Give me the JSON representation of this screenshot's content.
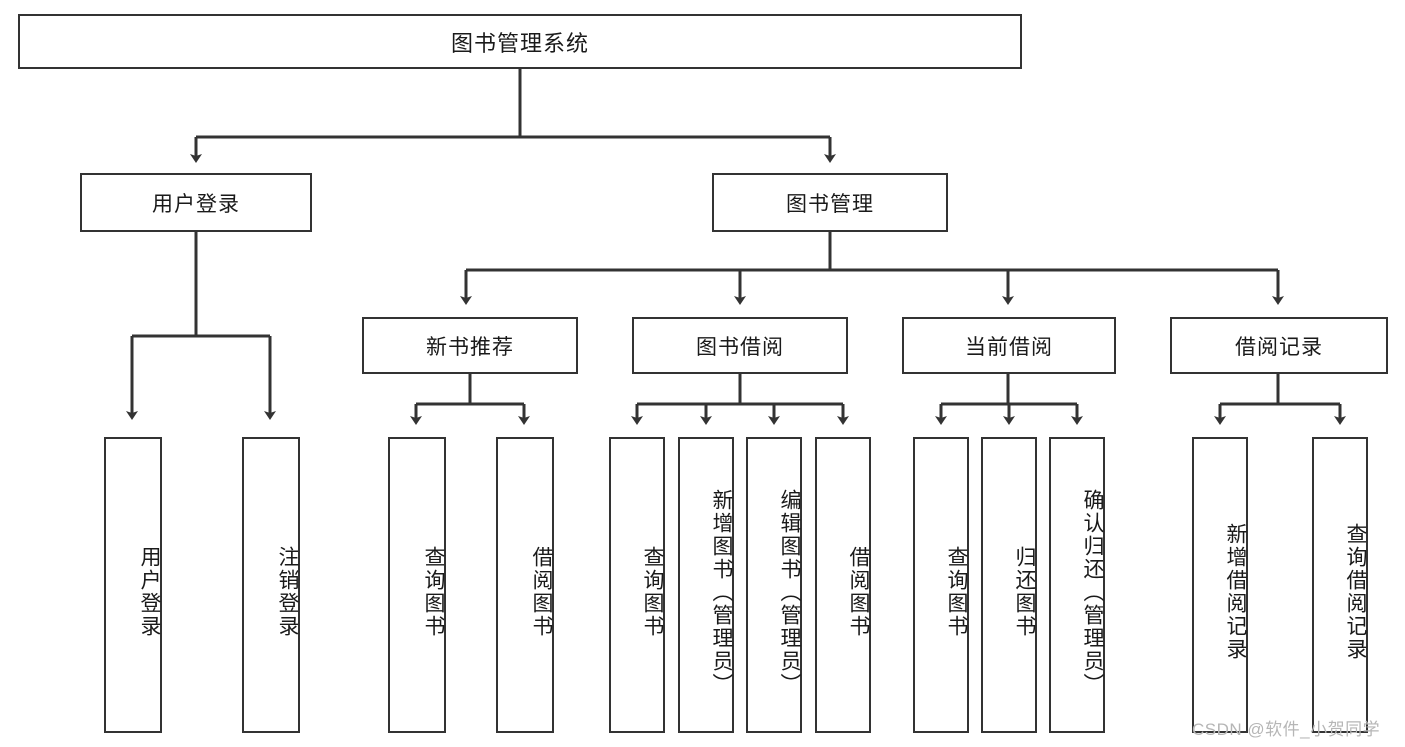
{
  "diagram": {
    "title": "图书管理系统",
    "type": "hierarchy-tree",
    "background_color": "#ffffff",
    "line_color": "#333333",
    "box_border_color": "#333333",
    "box_fill_color": "#ffffff",
    "text_color": "#1a1a1a"
  },
  "nodes": {
    "root": {
      "label": "图书管理系统",
      "level": 1
    },
    "level2": [
      {
        "id": "user-login",
        "label": "用户登录"
      },
      {
        "id": "book-management",
        "label": "图书管理"
      }
    ],
    "level3": [
      {
        "id": "new-book-recommend",
        "label": "新书推荐"
      },
      {
        "id": "book-borrow",
        "label": "图书借阅"
      },
      {
        "id": "current-borrow",
        "label": "当前借阅"
      },
      {
        "id": "borrow-record",
        "label": "借阅记录"
      }
    ],
    "leaves": {
      "user_login": [
        {
          "id": "leaf-user-login",
          "label": "用户登录"
        },
        {
          "id": "leaf-logout-login",
          "label": "注销登录"
        }
      ],
      "new_book_recommend": [
        {
          "id": "leaf-query-book-1",
          "label": "查询图书"
        },
        {
          "id": "leaf-borrow-book-1",
          "label": "借阅图书"
        }
      ],
      "book_borrow": [
        {
          "id": "leaf-query-book-2",
          "label": "查询图书"
        },
        {
          "id": "leaf-add-book",
          "label": "新增图书（管理员）"
        },
        {
          "id": "leaf-edit-book",
          "label": "编辑图书（管理员）"
        },
        {
          "id": "leaf-borrow-book-2",
          "label": "借阅图书"
        }
      ],
      "current_borrow": [
        {
          "id": "leaf-query-book-3",
          "label": "查询图书"
        },
        {
          "id": "leaf-return-book",
          "label": "归还图书"
        },
        {
          "id": "leaf-confirm-return",
          "label": "确认归还（管理员）"
        }
      ],
      "borrow_record": [
        {
          "id": "leaf-add-record",
          "label": "新增借阅记录"
        },
        {
          "id": "leaf-query-record",
          "label": "查询借阅记录"
        }
      ]
    }
  },
  "watermark": {
    "text": "CSDN @软件_小贺同学"
  }
}
